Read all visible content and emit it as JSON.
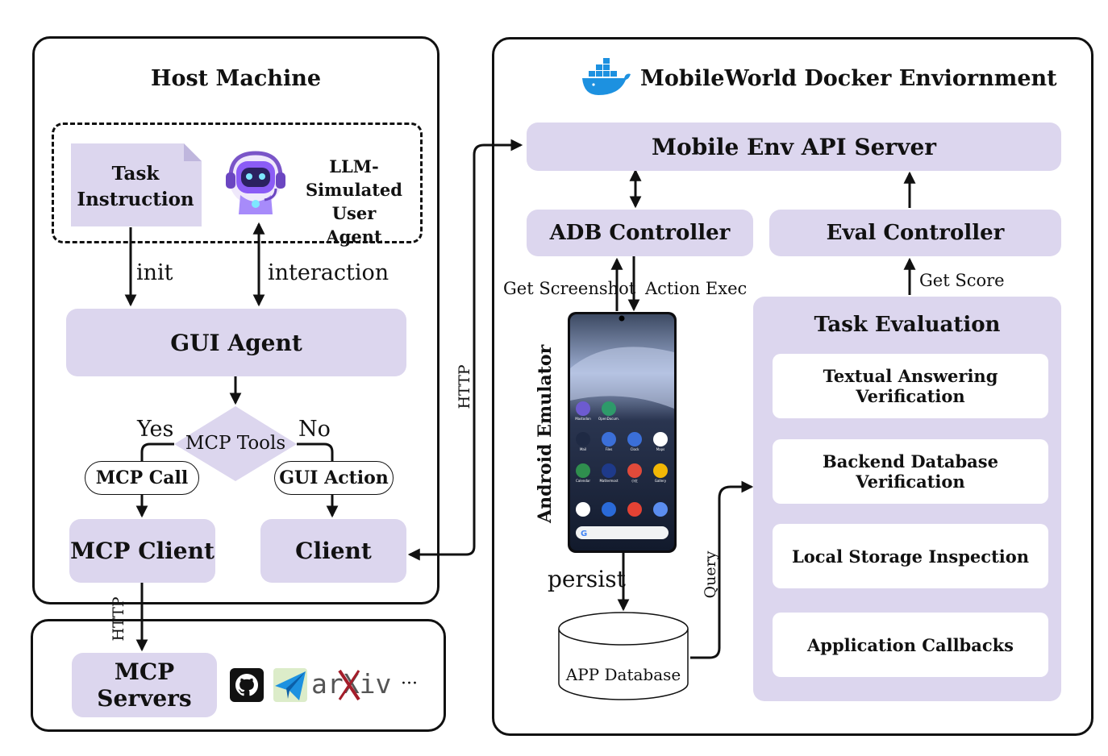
{
  "host": {
    "title": "Host Machine",
    "task_instruction": "Task Instruction",
    "user_agent": "LLM-\nSimulated User\nAgent",
    "init": "init",
    "interaction": "interaction",
    "gui_agent": "GUI Agent",
    "mcp_tools": "MCP Tools",
    "yes": "Yes",
    "no": "No",
    "mcp_call": "MCP Call",
    "gui_action": "GUI Action",
    "mcp_client": "MCP Client",
    "client": "Client"
  },
  "servers": {
    "http": "HTTP",
    "mcp_servers": "MCP Servers",
    "arxiv": "arXiv",
    "more": "···"
  },
  "docker": {
    "title": "MobileWorld Docker Enviornment",
    "api_server": "Mobile Env API Server",
    "http": "HTTP",
    "adb_controller": "ADB Controller",
    "eval_controller": "Eval Controller",
    "get_screenshot": "Get Screenshot",
    "action_exec": "Action Exec",
    "get_score": "Get Score",
    "android_emulator": "Android Emulator",
    "persist": "persist",
    "query": "Query",
    "app_database": "APP Database",
    "task_evaluation": "Task Evaluation",
    "checks": [
      "Textual Answering Verification",
      "Backend Database Verification",
      "Local Storage Inspection",
      "Application Callbacks"
    ]
  },
  "phone": {
    "apps": [
      "Mastodon",
      "OpenDocum.",
      "Mail",
      "Files",
      "Clock",
      "Maps",
      "Calendar",
      "Mattermost",
      "小红",
      "Gallery"
    ]
  },
  "colors": {
    "box": "#dcd6ee",
    "docker": "#1d91e0"
  }
}
